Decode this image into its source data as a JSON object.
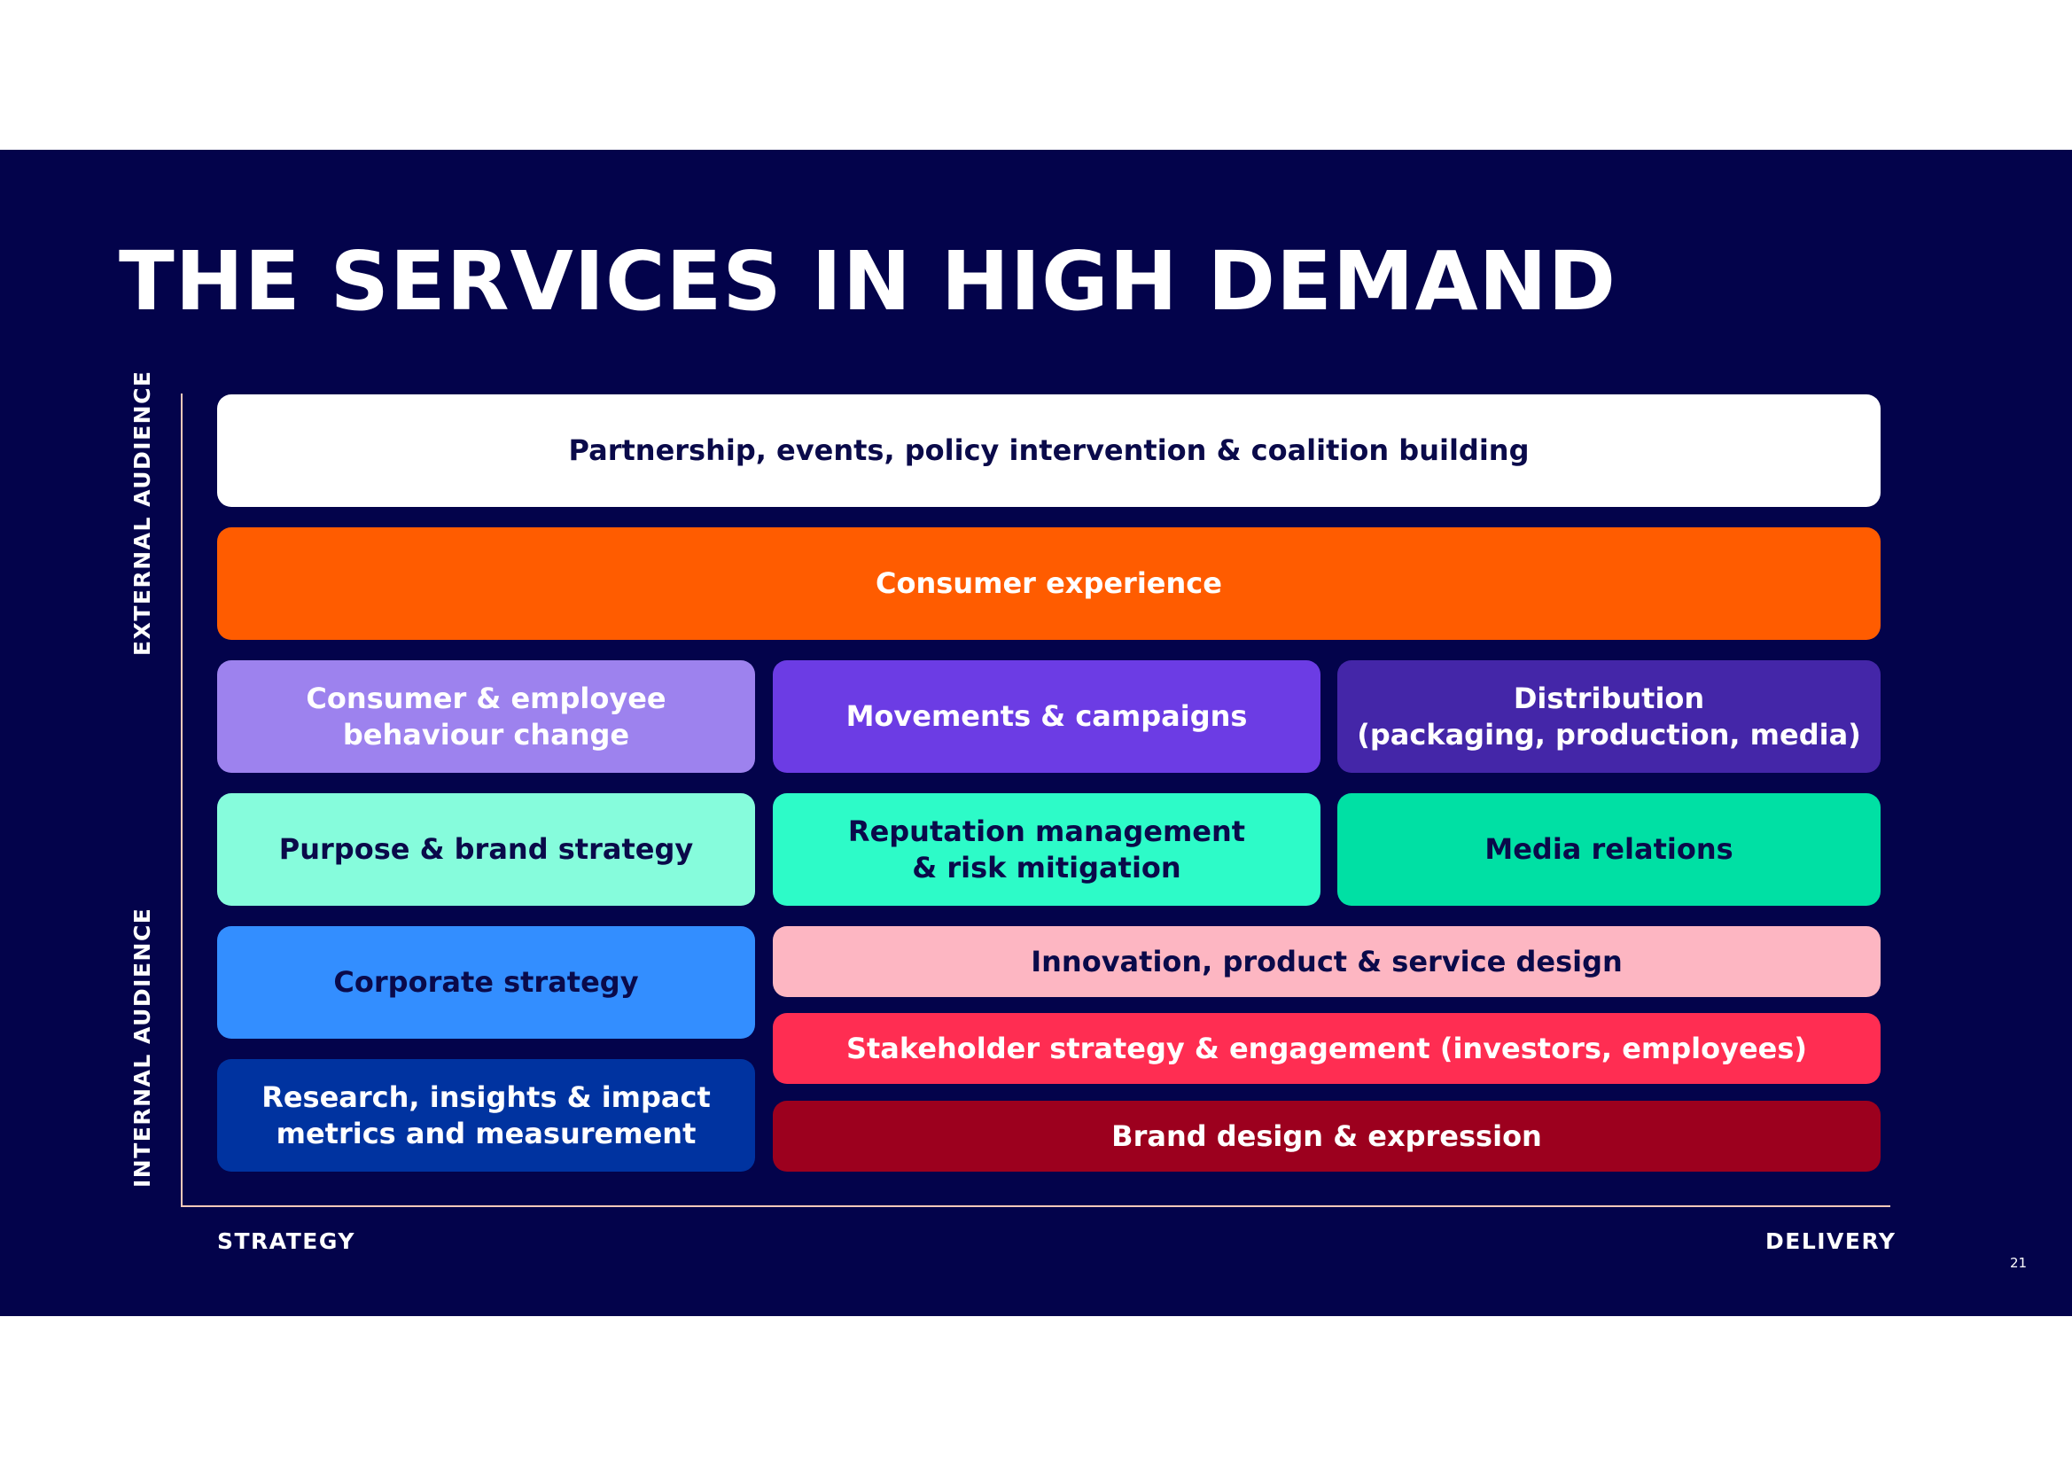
{
  "title": "THE SERVICES IN HIGH DEMAND",
  "axes": {
    "y_top": "EXTERNAL AUDIENCE",
    "y_bottom": "INTERNAL AUDIENCE",
    "x_left": "STRATEGY",
    "x_right": "DELIVERY"
  },
  "services": {
    "partnership": "Partnership, events, policy intervention & coalition building",
    "consumer_experience": "Consumer experience",
    "behaviour_change": "Consumer & employee\nbehaviour change",
    "movements": "Movements & campaigns",
    "distribution": "Distribution\n(packaging, production, media)",
    "purpose_brand": "Purpose & brand strategy",
    "reputation": "Reputation management\n& risk mitigation",
    "media_relations": "Media relations",
    "corporate_strategy": "Corporate strategy",
    "innovation": "Innovation, product & service design",
    "stakeholder": "Stakeholder strategy & engagement  (investors, employees)",
    "research": "Research, insights & impact\nmetrics and measurement",
    "brand_design": "Brand design & expression"
  },
  "colors": {
    "background": "#03034b",
    "partnership": "#ffffff",
    "consumer_experience": "#ff5c00",
    "behaviour_change": "#9d82ee",
    "movements": "#6c3ce4",
    "distribution": "#4426a8",
    "purpose_brand": "#86fcdc",
    "reputation": "#2dfbc8",
    "media_relations": "#00e0a4",
    "corporate_strategy": "#338eff",
    "innovation": "#fdb6c2",
    "stakeholder": "#ff2d52",
    "research": "#0033a0",
    "brand_design": "#9c001e"
  },
  "page_number": "21"
}
